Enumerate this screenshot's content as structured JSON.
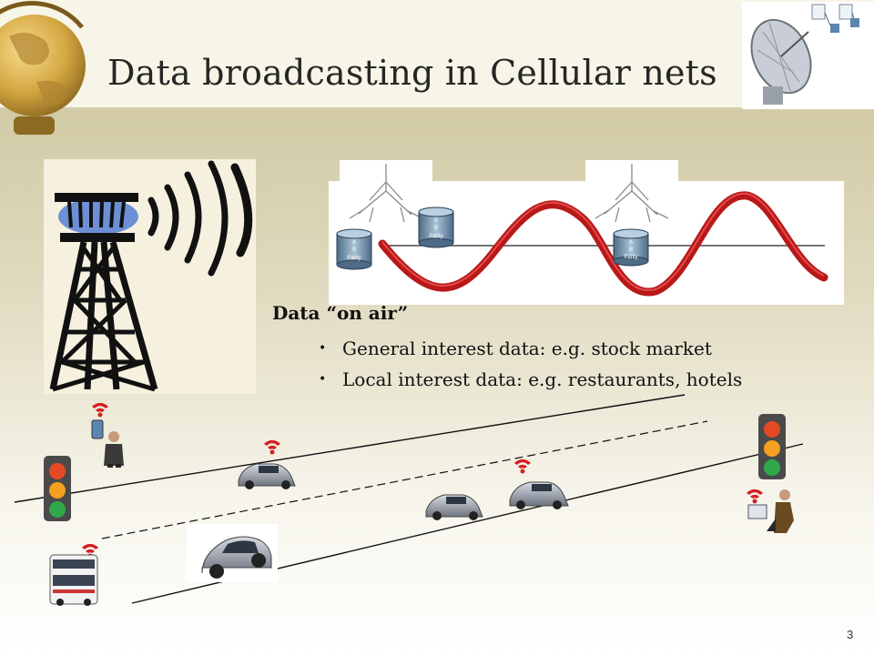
{
  "slide": {
    "title": "Data broadcasting in Cellular nets",
    "page_number": "3"
  },
  "content": {
    "heading": "Data “on air”",
    "bullets": [
      "General interest data: e.g. stock market",
      "Local interest data: e.g. restaurants, hotels"
    ]
  },
  "database_icon_label": [
    "A",
    "B",
    "Parity"
  ],
  "colors": {
    "background_gradient_top": "#cdc49c",
    "background_gradient_bottom": "#ffffff",
    "title_band": "#f7f5e8",
    "broadcast_wave": "#cc1f1f",
    "road_lines": "#111111"
  }
}
